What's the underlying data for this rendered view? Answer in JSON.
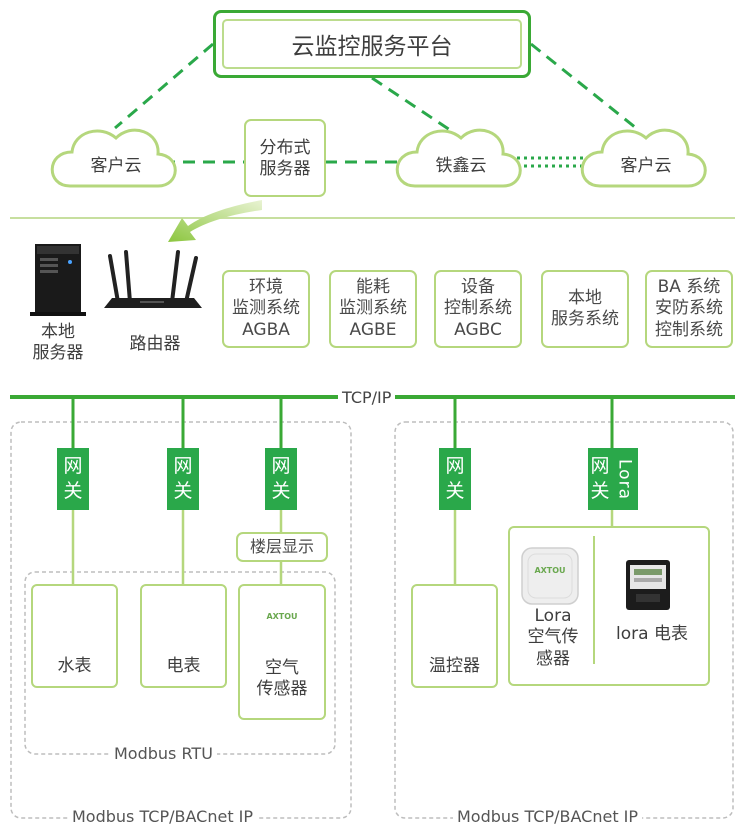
{
  "platform": {
    "title": "云监控服务平台"
  },
  "clouds": {
    "customer_left": "客户云",
    "tiexin": "铁鑫云",
    "customer_right": "客户云"
  },
  "distributed_server": "分布式\n服务器",
  "local_server": "本地\n服务器",
  "router": "路由器",
  "systems": [
    "环境\n监测系统\nAGBA",
    "能耗\n监测系统\nAGBE",
    "设备\n控制系统\nAGBC",
    "本地\n服务系统",
    "BA 系统\n安防系统\n控制系统"
  ],
  "network": {
    "tcpip": "TCP/IP"
  },
  "gateway": {
    "chars": [
      "网",
      "关"
    ],
    "lora": "Lora"
  },
  "floor_display": "楼层显示",
  "devices_left": [
    {
      "name": "water-meter",
      "label": "水表"
    },
    {
      "name": "electric-meter",
      "label": "电表"
    },
    {
      "name": "air-sensor",
      "label": "空气\n传感器"
    }
  ],
  "devices_right": [
    {
      "name": "thermostat",
      "label": "温控器"
    },
    {
      "name": "lora-air-sensor",
      "label": "Lora\n空气传\n感器"
    },
    {
      "name": "lora-meter",
      "label": "lora 电表"
    }
  ],
  "sensor_brand": "AXTOU",
  "protocols": {
    "modbus_rtu": "Modbus RTU",
    "left_group": "Modbus TCP/BACnet IP",
    "right_group": "Modbus TCP/BACnet IP"
  },
  "colors": {
    "green_dark": "#2aa84a",
    "green_line": "#3aa935",
    "green_light": "#b5d77d",
    "dashed_gray": "#bdbdbd"
  }
}
